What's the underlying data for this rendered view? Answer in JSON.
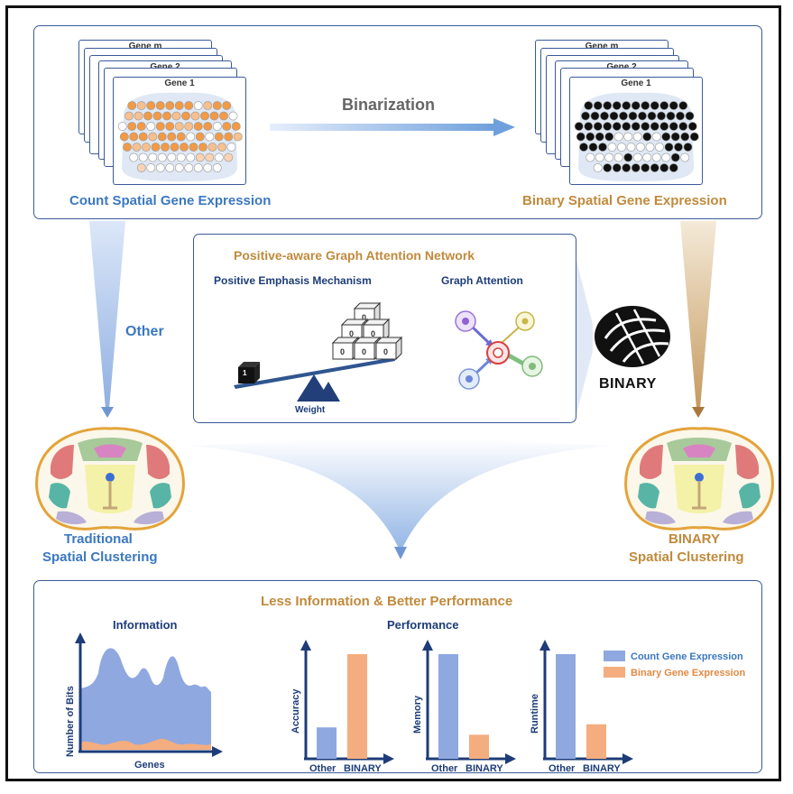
{
  "top": {
    "left_cards": [
      "Gene m",
      "Gene 2",
      "Gene 1"
    ],
    "right_cards": [
      "Gene m",
      "Gene 2",
      "Gene 1"
    ],
    "arrow_label": "Binarization",
    "left_caption": "Count Spatial Gene Expression",
    "right_caption": "Binary Spatial Gene Expression"
  },
  "network": {
    "title": "Positive-aware Graph Attention Network",
    "left_title": "Positive Emphasis Mechanism",
    "right_title": "Graph Attention",
    "weight_label": "Weight",
    "block_one": "1",
    "block_zero": "0"
  },
  "other_label": "Other",
  "logo_text": "BINARY",
  "left_brain": {
    "line1": "Traditional",
    "line2": "Spatial Clustering"
  },
  "right_brain": {
    "line1": "BINARY",
    "line2": "Spatial Clustering"
  },
  "bottom": {
    "title": "Less Information & Better Performance",
    "info_title": "Information",
    "perf_title": "Performance",
    "info_ylabel": "Number of Bits",
    "info_xlabel": "Genes",
    "legend": [
      {
        "label": "Count Gene Expression",
        "color": "#8fa8e0"
      },
      {
        "label": "Binary Gene Expression",
        "color": "#f4ad7f"
      }
    ]
  },
  "chart_data": [
    {
      "type": "bar",
      "ylabel": "Accuracy",
      "categories": [
        "Other",
        "BINARY"
      ],
      "values": [
        0.3,
        1.0
      ]
    },
    {
      "type": "bar",
      "ylabel": "Memory",
      "categories": [
        "Other",
        "BINARY"
      ],
      "values": [
        1.0,
        0.23
      ]
    },
    {
      "type": "bar",
      "ylabel": "Runtime",
      "categories": [
        "Other",
        "BINARY"
      ],
      "values": [
        1.0,
        0.33
      ]
    }
  ]
}
